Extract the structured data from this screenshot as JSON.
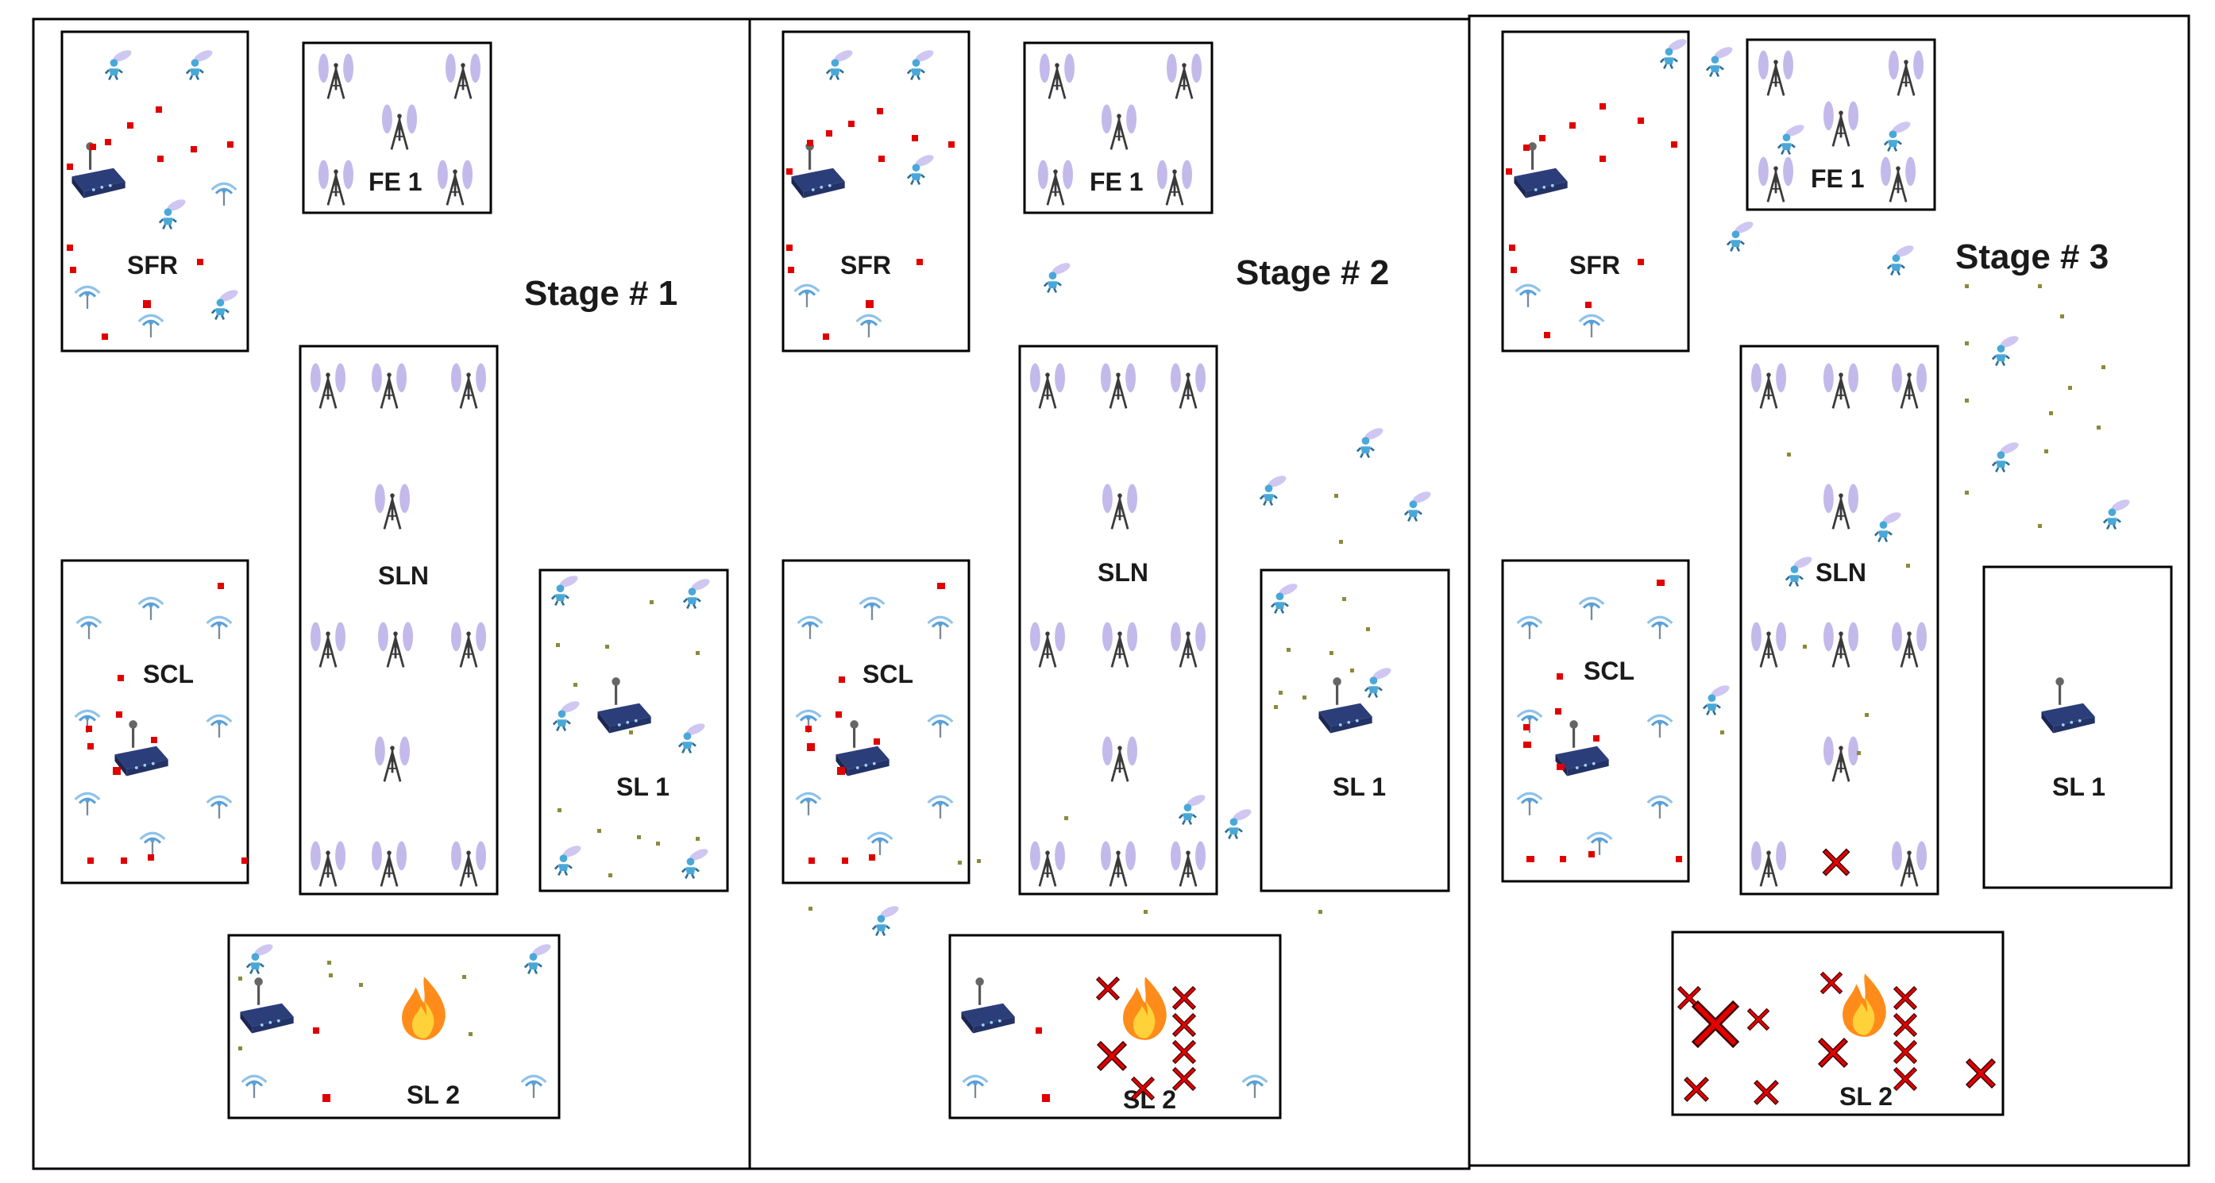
{
  "stages": [
    {
      "title": "Stage # 1",
      "zones": {
        "SFR": {
          "label": "SFR"
        },
        "FE1": {
          "label": "FE 1"
        },
        "SLN": {
          "label": "SLN"
        },
        "SCL": {
          "label": "SCL"
        },
        "SL1": {
          "label": "SL 1"
        },
        "SL2": {
          "label": "SL 2"
        }
      }
    },
    {
      "title": "Stage # 2",
      "zones": {
        "SFR": {
          "label": "SFR"
        },
        "FE1": {
          "label": "FE 1"
        },
        "SLN": {
          "label": "SLN"
        },
        "SCL": {
          "label": "SCL"
        },
        "SL1": {
          "label": "SL 1"
        },
        "SL2": {
          "label": "SL 2"
        }
      }
    },
    {
      "title": "Stage # 3",
      "zones": {
        "SFR": {
          "label": "SFR"
        },
        "FE1": {
          "label": "FE 1"
        },
        "SLN": {
          "label": "SLN"
        },
        "SCL": {
          "label": "SCL"
        },
        "SL1": {
          "label": "SL 1"
        },
        "SL2": {
          "label": "SL 2"
        }
      }
    }
  ],
  "icons": {
    "tower": "tower-icon",
    "wifi": "wifi-antenna-icon",
    "gateway": "gateway-router-icon",
    "person": "mobile-user-icon",
    "fire": "fire-icon",
    "failure": "failed-node-x-icon",
    "packet_red": "red-packet-dot",
    "packet_olive": "olive-packet-dot"
  },
  "colors": {
    "border": "#000000",
    "text": "#1a1a1a",
    "packet_red": "#e00000",
    "packet_olive": "#8a8a3a",
    "failure": "#e00000",
    "tower": "#3a3a3a",
    "tower_wave": "#9b8fd6",
    "wifi": "#5aa0d8",
    "gateway": "#2c3e7a",
    "person": "#4aa8d8",
    "fire": "#ff8c1a"
  }
}
